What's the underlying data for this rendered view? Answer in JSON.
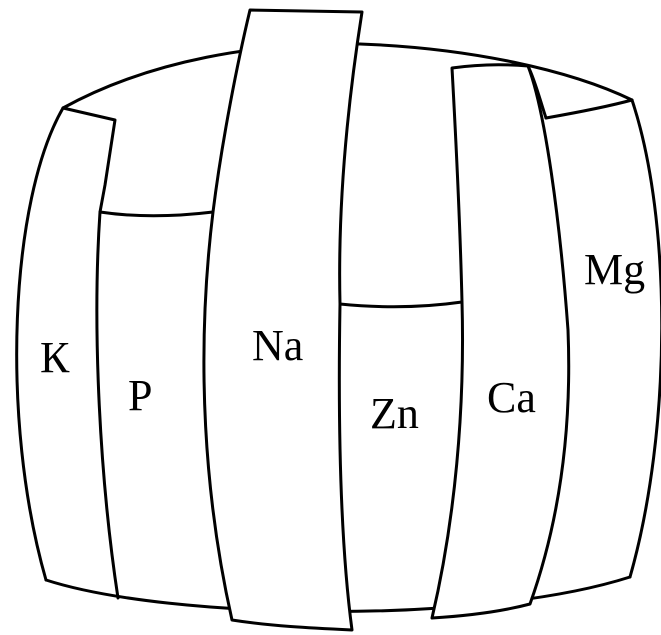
{
  "staves": [
    {
      "id": "K",
      "label": "К"
    },
    {
      "id": "P",
      "label": "P"
    },
    {
      "id": "Na",
      "label": "Na"
    },
    {
      "id": "Zn",
      "label": "Zn"
    },
    {
      "id": "Ca",
      "label": "Ca"
    },
    {
      "id": "Mg",
      "label": "Mg"
    }
  ]
}
